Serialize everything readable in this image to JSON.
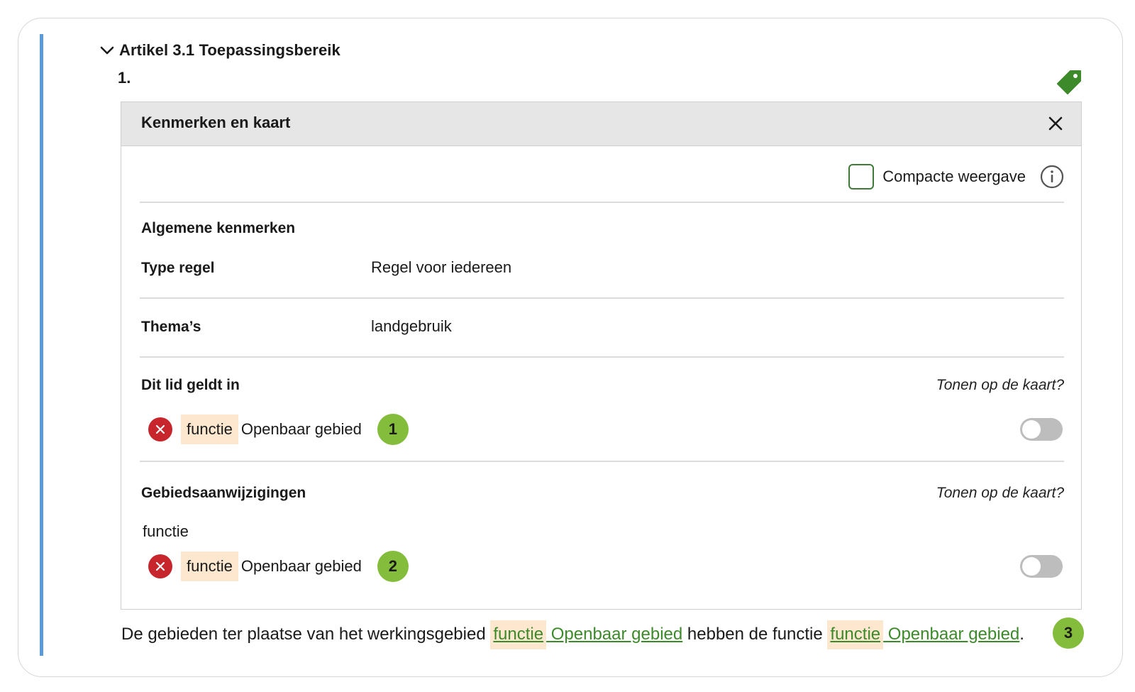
{
  "article": {
    "title": "Artikel 3.1 Toepassingsbereik",
    "item_number": "1."
  },
  "panel": {
    "title": "Kenmerken en kaart",
    "compact_label": "Compacte weergave",
    "general": {
      "heading": "Algemene kenmerken",
      "type_label": "Type regel",
      "type_value": "Regel voor iedereen",
      "themes_label": "Thema’s",
      "themes_value": "landgebruik"
    },
    "applies_in": {
      "heading": "Dit lid geldt in",
      "map_hint": "Tonen op de kaart?",
      "item": {
        "type": "functie",
        "name": "Openbaar gebied",
        "badge": "1",
        "show_on_map": false
      }
    },
    "designations": {
      "heading": "Gebiedsaanwijzigingen",
      "map_hint": "Tonen op de kaart?",
      "group_label": "functie",
      "item": {
        "type": "functie",
        "name": "Openbaar gebied",
        "badge": "2",
        "show_on_map": false
      }
    }
  },
  "sentence": {
    "part1": "De gebieden ter plaatse van het werkingsgebied ",
    "link1_type": "functie",
    "link1_name": " Openbaar gebied",
    "part2": " hebben de functie ",
    "link2_type": "functie",
    "link2_name": " Openbaar gebied",
    "part3": ".",
    "badge": "3"
  },
  "colors": {
    "accent_blue": "#5b9bd9",
    "badge_green": "#84bd3c",
    "link_green": "#3c8a2a",
    "remove_red": "#c8262d",
    "chip_highlight": "#fde7cf"
  }
}
